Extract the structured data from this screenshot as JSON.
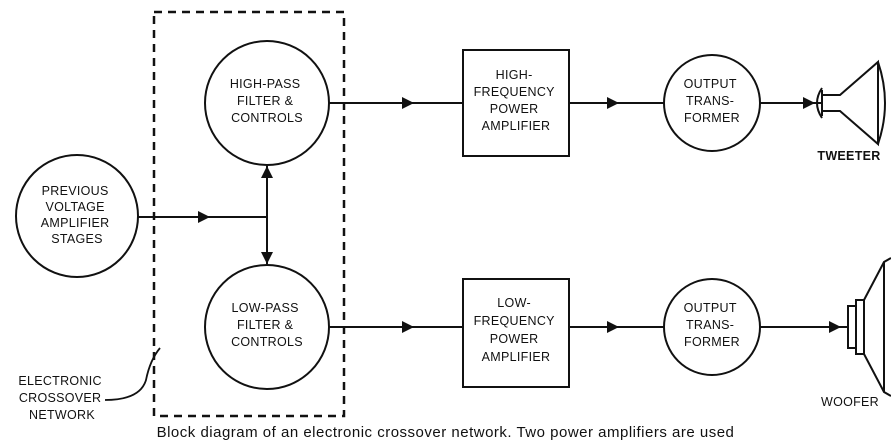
{
  "nodes": {
    "previous_stages": [
      "PREVIOUS",
      "VOLTAGE",
      "AMPLIFIER",
      "STAGES"
    ],
    "high_pass": [
      "HIGH-PASS",
      "FILTER &",
      "CONTROLS"
    ],
    "low_pass": [
      "LOW-PASS",
      "FILTER &",
      "CONTROLS"
    ],
    "high_amp": [
      "HIGH-",
      "FREQUENCY",
      "POWER",
      "AMPLIFIER"
    ],
    "low_amp": [
      "LOW-",
      "FREQUENCY",
      "POWER",
      "AMPLIFIER"
    ],
    "output_top": [
      "OUTPUT",
      "TRANS-",
      "FORMER"
    ],
    "output_bottom": [
      "OUTPUT",
      "TRANS-",
      "FORMER"
    ]
  },
  "labels": {
    "tweeter": "TWEETER",
    "woofer": "WOOFER",
    "crossover_network": [
      "ELECTRONIC",
      "CROSSOVER",
      "NETWORK"
    ]
  },
  "caption": "Block diagram of an electronic crossover network. Two power amplifiers are used"
}
